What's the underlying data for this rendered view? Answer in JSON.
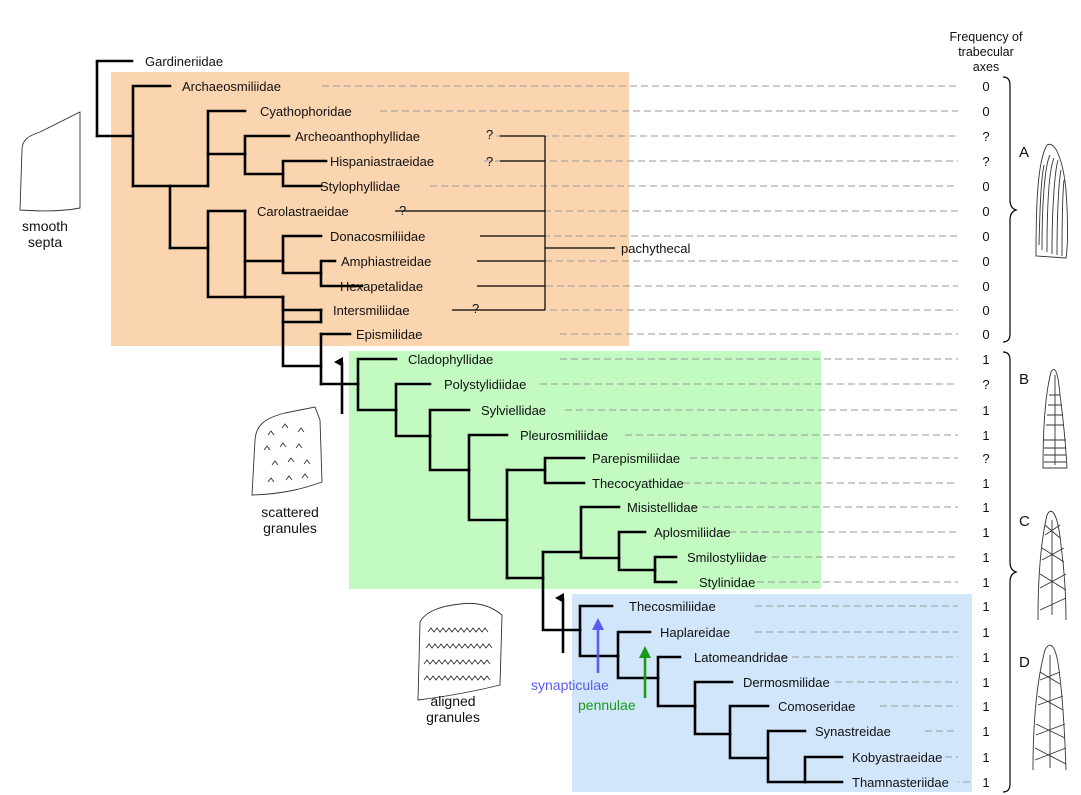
{
  "colors": {
    "group_orange": "#fbd5b0",
    "group_green": "#c2fac2",
    "group_blue": "#d1e6fb",
    "synapticulae": "#5b5bf0",
    "pennulae": "#169c16",
    "dashed_lines": "#9a9a9a"
  },
  "header": {
    "frequency_title_line1": "Frequency of",
    "frequency_title_line2": "trabecular",
    "frequency_title_line3": "axes"
  },
  "taxa": [
    {
      "name": "Gardineriidae",
      "frequency": ""
    },
    {
      "name": "Archaeosmiliidae",
      "frequency": "0"
    },
    {
      "name": "Cyathophoridae",
      "frequency": "0"
    },
    {
      "name": "Archeoanthophyllidae",
      "frequency": "?"
    },
    {
      "name": "Hispaniastraeidae",
      "frequency": "?"
    },
    {
      "name": "Stylophyllidae",
      "frequency": "0"
    },
    {
      "name": "Carolastraeidae",
      "frequency": "0"
    },
    {
      "name": "Donacosmiliidae",
      "frequency": "0"
    },
    {
      "name": "Amphiastreidae",
      "frequency": "0"
    },
    {
      "name": "Hexapetalidae",
      "frequency": "0"
    },
    {
      "name": "Intersmiliidae",
      "frequency": "0"
    },
    {
      "name": "Epismilidae",
      "frequency": "0"
    },
    {
      "name": "Cladophyllidae",
      "frequency": "1"
    },
    {
      "name": "Polystylidiidae",
      "frequency": "?"
    },
    {
      "name": "Sylviellidae",
      "frequency": "1"
    },
    {
      "name": "Pleurosmiliidae",
      "frequency": "1"
    },
    {
      "name": "Parepismiliidae",
      "frequency": "?"
    },
    {
      "name": "Thecocyathidae",
      "frequency": "1"
    },
    {
      "name": "Misistellidae",
      "frequency": "1"
    },
    {
      "name": "Aplosmiliidae",
      "frequency": "1"
    },
    {
      "name": "Smilostyliidae",
      "frequency": "1"
    },
    {
      "name": "Stylinidae",
      "frequency": "1"
    },
    {
      "name": "Thecosmiliidae",
      "frequency": "1"
    },
    {
      "name": "Haplareidae",
      "frequency": "1"
    },
    {
      "name": "Latomeandridae",
      "frequency": "1"
    },
    {
      "name": "Dermosmilidae",
      "frequency": "1"
    },
    {
      "name": "Comoseridae",
      "frequency": "1"
    },
    {
      "name": "Synastreidae",
      "frequency": "1"
    },
    {
      "name": "Kobyastraeidae",
      "frequency": "1"
    },
    {
      "name": "Thamnasteriidae",
      "frequency": "1"
    }
  ],
  "question_mark": "?",
  "pachythecal_label": "pachythecal",
  "septa_types": {
    "smooth_line1": "smooth",
    "smooth_line2": "septa",
    "scattered_line1": "scattered",
    "scattered_line2": "granules",
    "aligned_line1": "aligned",
    "aligned_line2": "granules"
  },
  "arrow_labels": {
    "synapticulae": "synapticulae",
    "pennulae": "pennulae"
  },
  "panels": [
    "A",
    "B",
    "C",
    "D"
  ]
}
